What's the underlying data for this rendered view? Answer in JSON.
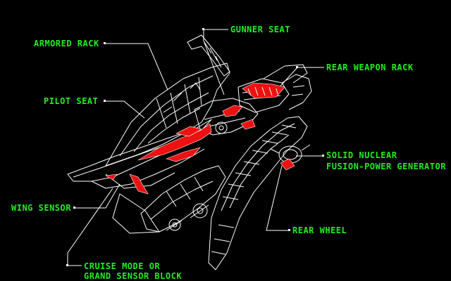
{
  "colors": {
    "background": "#000000",
    "label_text": "#22ee22",
    "wireframe": "#ffffff",
    "highlight": "#ee1111"
  },
  "labels": {
    "gunner_seat": "GUNNER SEAT",
    "armored_rack": "ARMORED RACK",
    "rear_weapon_rack": "REAR WEAPON RACK",
    "pilot_seat": "PILOT SEAT",
    "generator_line1": "SOLID NUCLEAR",
    "generator_line2": "FUSION-POWER GENERATOR",
    "wing_sensor": "WING SENSOR",
    "rear_wheel": "REAR WHEEL",
    "cruise_line1": "CRUISE MODE OR",
    "cruise_line2": "GRAND SENSOR BLOCK"
  }
}
